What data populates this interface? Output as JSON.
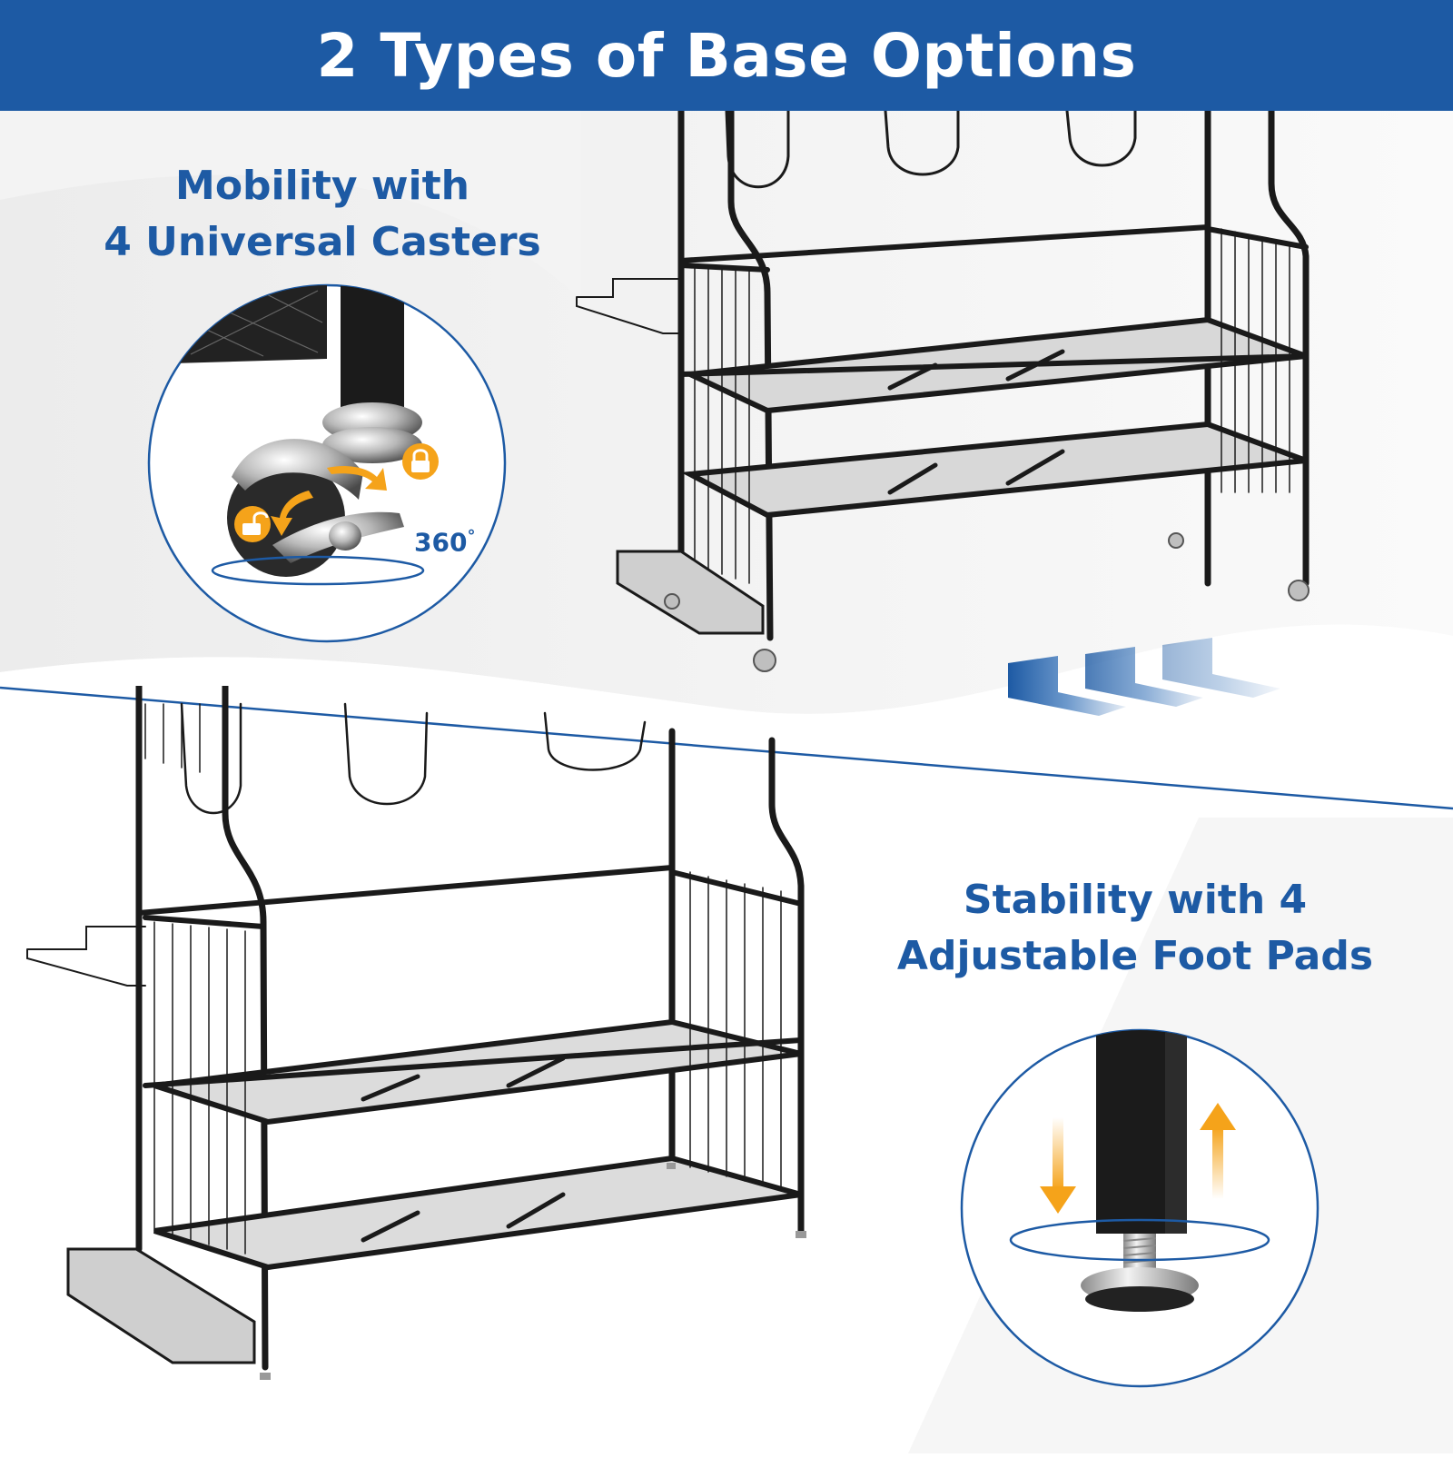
{
  "banner": {
    "title": "2 Types of Base Options",
    "color": "#1d5aa4"
  },
  "option_casters": {
    "headline_line1": "Mobility with",
    "headline_line2": "4 Universal Casters",
    "rotation_label": "360",
    "degree_symbol": "°",
    "icons": [
      "lock-closed-icon",
      "lock-open-icon",
      "rotate-arrow-icon"
    ]
  },
  "option_footpads": {
    "headline_line1": "Stability with 4",
    "headline_line2": "Adjustable Foot Pads",
    "icons": [
      "arrow-down-icon",
      "arrow-up-icon"
    ]
  },
  "transition_icon": "triple-chevron-left-icon",
  "colors": {
    "brand_blue": "#1d5aa4",
    "accent_orange": "#f5a31a",
    "rack_black": "#1a1a1a"
  }
}
